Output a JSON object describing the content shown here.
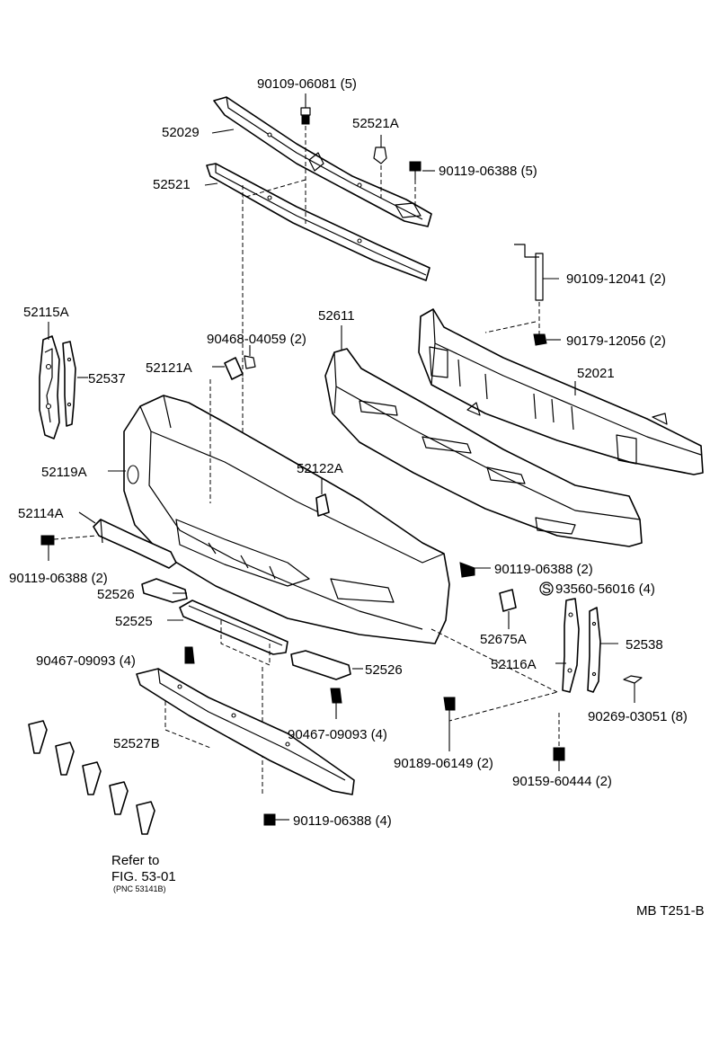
{
  "labels": {
    "p1": "90109-06081 (5)",
    "p2": "52029",
    "p3": "52521A",
    "p4": "90119-06388 (5)",
    "p5": "52521",
    "p6": "90109-12041 (2)",
    "p7": "52115A",
    "p8": "52611",
    "p9": "90179-12056 (2)",
    "p10": "90468-04059 (2)",
    "p11": "52121A",
    "p12": "52537",
    "p13": "52021",
    "p14": "52119A",
    "p15": "52122A",
    "p16": "52114A",
    "p17": "90119-06388 (2)",
    "p18": "90119-06388 (2)",
    "p19": "93560-56016 (4)",
    "p20": "52526",
    "p21": "52525",
    "p22": "52675A",
    "p23": "52538",
    "p24": "90467-09093 (4)",
    "p25": "52526",
    "p26": "52116A",
    "p27": "90467-09093 (4)",
    "p28": "90269-03051 (8)",
    "p29": "52527B",
    "p30": "90189-06149 (2)",
    "p31": "90159-60444 (2)",
    "p32": "90119-06388 (4)",
    "s_mark": "S"
  },
  "refer": {
    "line1": "Refer to",
    "line2": "FIG. 53-01",
    "line3": "(PNC 53141B)"
  },
  "figure_code": "MB T251-B"
}
